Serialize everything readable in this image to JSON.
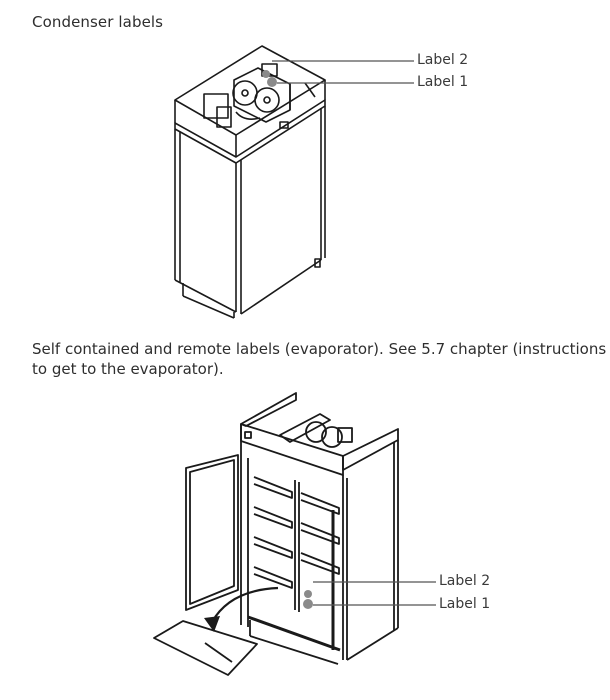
{
  "section1": {
    "heading": "Condenser labels",
    "callouts": [
      {
        "label": "Label 2"
      },
      {
        "label": "Label 1"
      }
    ]
  },
  "section2": {
    "paragraph": "Self contained and remote labels (evaporator). See 5.7 chapter (instructions to get to the evaporator).",
    "callouts": [
      {
        "label": "Label 2"
      },
      {
        "label": "Label 1"
      }
    ]
  },
  "colors": {
    "text": "#2e2e2e",
    "line": "#1a1a1a",
    "leader": "#555555",
    "label_dot": "#8a8a8a"
  }
}
